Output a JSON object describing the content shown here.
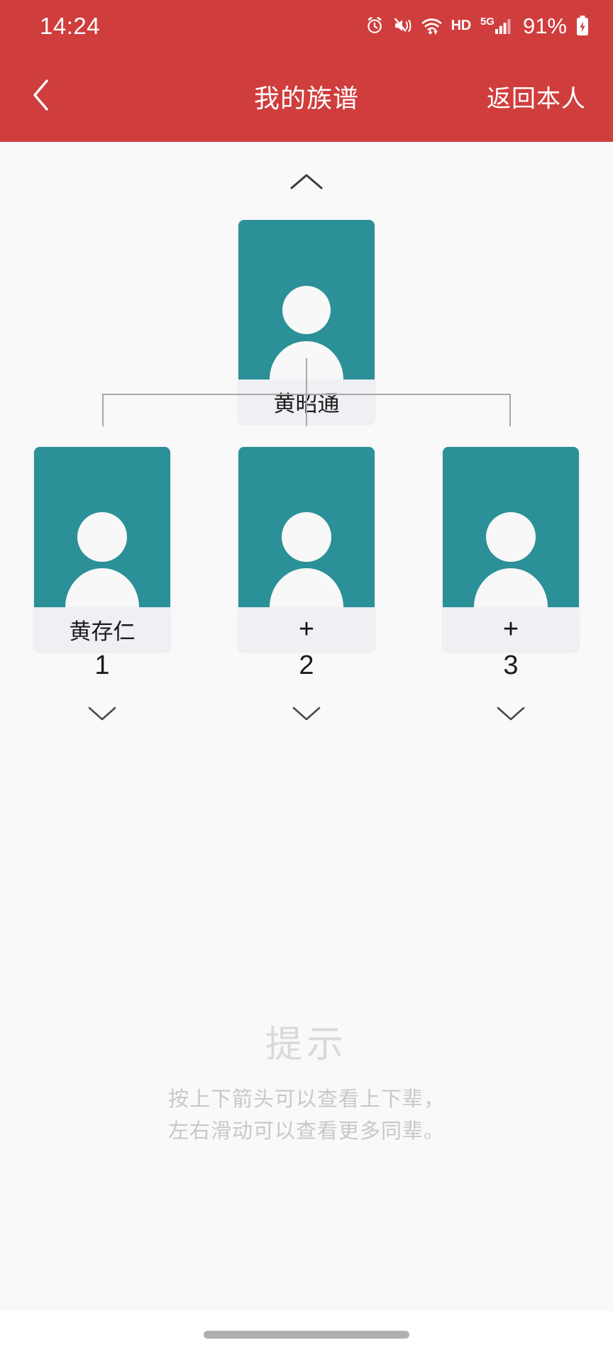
{
  "status_bar": {
    "time": "14:24",
    "battery_percent": "91%",
    "network_type": "5G",
    "call_quality": "HD",
    "icons": [
      "alarm-icon",
      "vibrate-mute-icon",
      "wifi-icon",
      "hd-icon",
      "signal-5g-icon",
      "battery-charging-icon"
    ]
  },
  "nav": {
    "back_icon": "chevron-left-icon",
    "title": "我的族谱",
    "action_label": "返回本人"
  },
  "tree": {
    "up_arrow_icon": "chevron-up-icon",
    "root": {
      "name": "黄昭通",
      "avatar_icon": "person-icon"
    },
    "children": [
      {
        "name": "黄存仁",
        "index": "1",
        "avatar_icon": "person-icon",
        "is_placeholder": false,
        "down_icon": "chevron-down-icon"
      },
      {
        "name": "+",
        "index": "2",
        "avatar_icon": "person-icon",
        "is_placeholder": true,
        "down_icon": "chevron-down-icon"
      },
      {
        "name": "+",
        "index": "3",
        "avatar_icon": "person-icon",
        "is_placeholder": true,
        "down_icon": "chevron-down-icon"
      }
    ]
  },
  "hint": {
    "title": "提示",
    "line1": "按上下箭头可以查看上下辈，",
    "line2": "左右滑动可以查看更多同辈。"
  },
  "colors": {
    "header_red": "#d03d3d",
    "card_teal": "#2b9097",
    "card_label_bg": "#eef0f4",
    "page_bg": "#f9f9f9",
    "connector": "#a8a8a8",
    "hint_title": "#d9d9d9",
    "hint_text": "#c8c8c8"
  }
}
